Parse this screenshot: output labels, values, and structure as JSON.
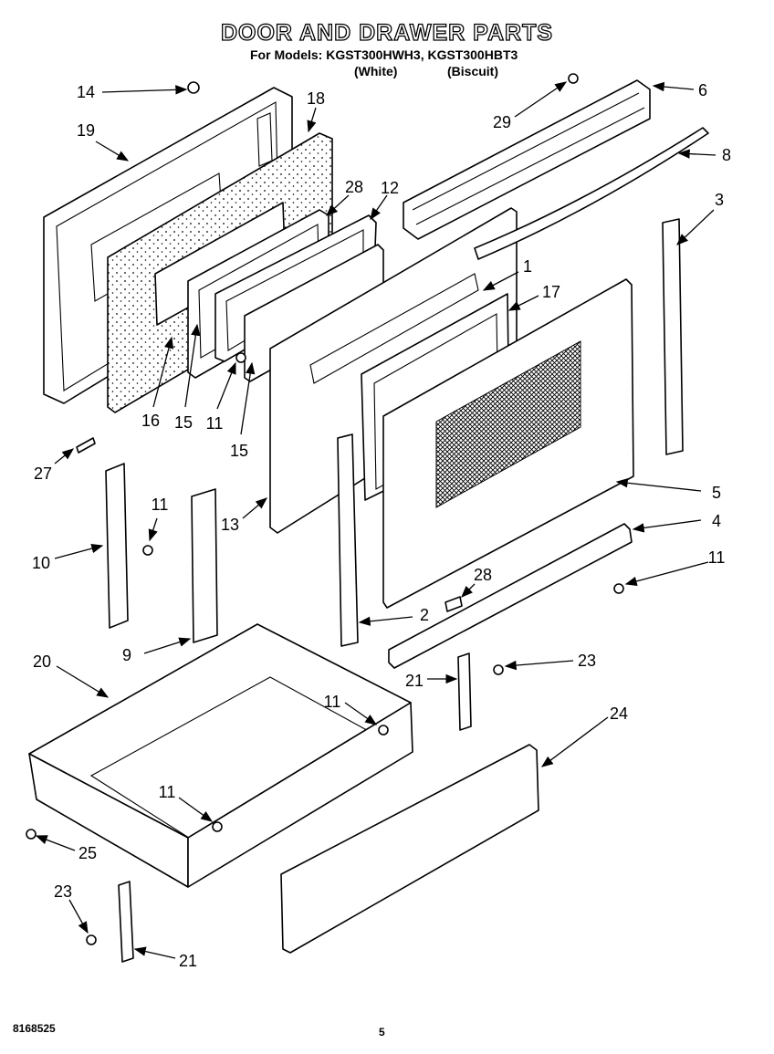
{
  "header": {
    "title": "DOOR AND DRAWER PARTS",
    "models": "For Models: KGST300HWH3, KGST300HBT3",
    "variant_white": "(White)",
    "variant_biscuit": "(Biscuit)"
  },
  "callouts": {
    "c14": "14",
    "c19": "19",
    "c18": "18",
    "c28a": "28",
    "c12": "12",
    "c29": "29",
    "c6": "6",
    "c8": "8",
    "c3": "3",
    "c1": "1",
    "c17": "17",
    "c16": "16",
    "c15a": "15",
    "c11a": "11",
    "c15b": "15",
    "c27": "27",
    "c11b": "11",
    "c10": "10",
    "c13": "13",
    "c9": "9",
    "c5": "5",
    "c4": "4",
    "c11c": "11",
    "c28b": "28",
    "c2": "2",
    "c20": "20",
    "c21a": "21",
    "c23a": "23",
    "c11d": "11",
    "c24": "24",
    "c11e": "11",
    "c25": "25",
    "c23b": "23",
    "c21b": "21"
  },
  "footer": {
    "doc_number": "8168525",
    "page": "5"
  }
}
